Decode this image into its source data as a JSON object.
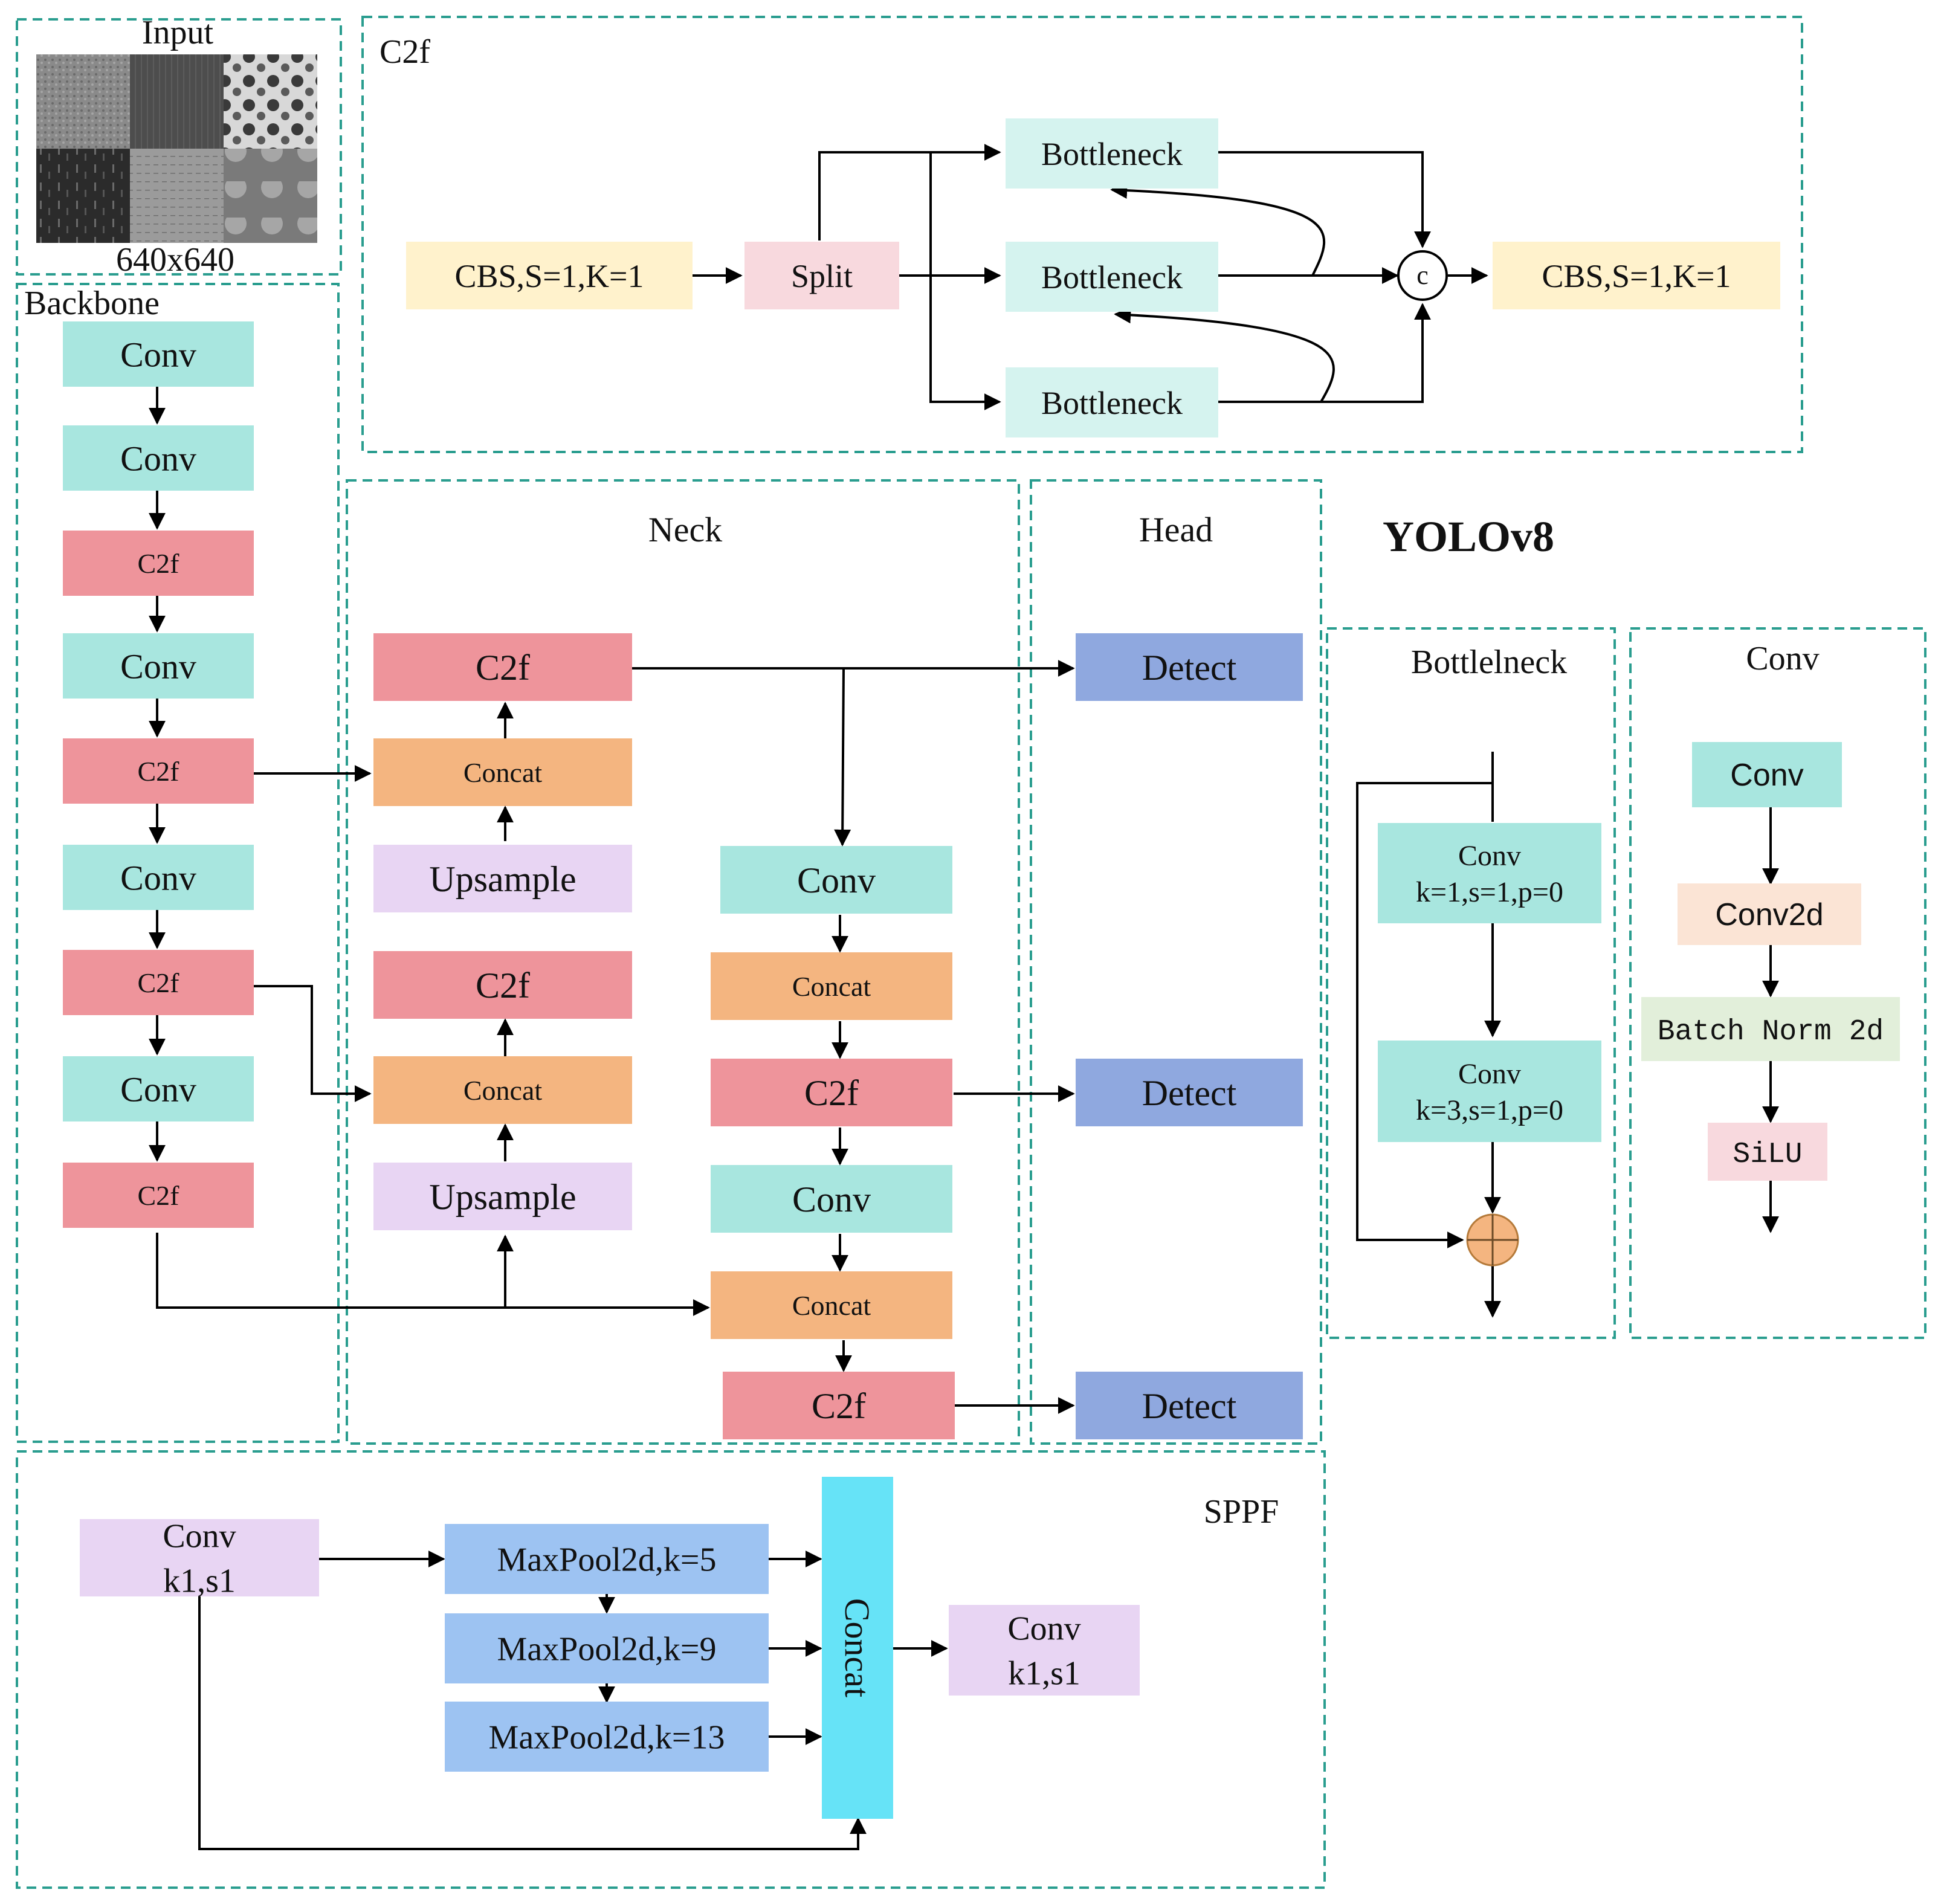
{
  "colors": {
    "dash": "#2a9d8f",
    "teal": "#a8e6df",
    "red": "#ee949b",
    "orange": "#f4b580",
    "lilac": "#e8d5f3",
    "blue_detect": "#8fa8df",
    "yellow": "#fff2cc",
    "pink": "#f8d9de",
    "pale_teal": "#d5f3ef",
    "maxpool": "#9dc3f2",
    "cyan": "#66e3f7",
    "peach": "#fbe4d5",
    "pale_green": "#e2efda",
    "sppf_conv": "#e8d5f3"
  },
  "input": {
    "title": "Input",
    "size": "640x640",
    "thumbnails": [
      "texture-1",
      "texture-2",
      "texture-3",
      "texture-4",
      "texture-5",
      "texture-6"
    ]
  },
  "backbone": {
    "title": "Backbone",
    "blocks": [
      "Conv",
      "Conv",
      "C2f",
      "Conv",
      "C2f",
      "Conv",
      "C2f",
      "Conv",
      "C2f"
    ]
  },
  "c2f": {
    "title": "C2f",
    "cbs_in": "CBS,S=1,K=1",
    "split": "Split",
    "bottlenecks": [
      "Bottleneck",
      "Bottleneck",
      "Bottleneck"
    ],
    "concat_symbol": "c",
    "cbs_out": "CBS,S=1,K=1"
  },
  "neck": {
    "title": "Neck",
    "left_column": [
      "C2f",
      "Concat",
      "Upsample",
      "C2f",
      "Concat",
      "Upsample"
    ],
    "right_column": [
      "Conv",
      "Concat",
      "C2f",
      "Conv",
      "Concat",
      "C2f"
    ]
  },
  "head": {
    "title": "Head",
    "detects": [
      "Detect",
      "Detect",
      "Detect"
    ]
  },
  "model_title": "YOLOv8",
  "bottleneck_detail": {
    "title": "Bottlelneck",
    "conv1": [
      "Conv",
      "k=1,s=1,p=0"
    ],
    "conv2": [
      "Conv",
      "k=3,s=1,p=0"
    ]
  },
  "conv_detail": {
    "title": "Conv",
    "blocks": [
      "Conv",
      "Conv2d",
      "Batch Norm 2d",
      "SiLU"
    ]
  },
  "sppf": {
    "title": "SPPF",
    "conv_in": [
      "Conv",
      "k1,s1"
    ],
    "maxpools": [
      "MaxPool2d,k=5",
      "MaxPool2d,k=9",
      "MaxPool2d,k=13"
    ],
    "concat": "Concat",
    "conv_out": [
      "Conv",
      "k1,s1"
    ]
  }
}
